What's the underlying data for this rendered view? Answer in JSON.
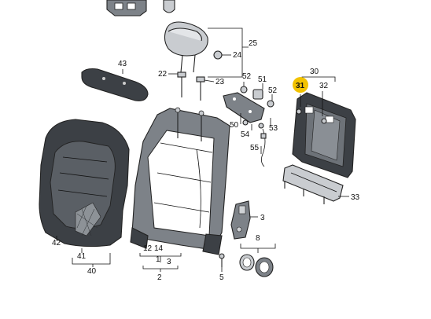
{
  "diagram": {
    "labels": {
      "l2": "2",
      "l3a": "3",
      "l3b": "3",
      "l5": "5",
      "l8": "8",
      "l12": "12",
      "l14": "14",
      "l1": "1",
      "l22": "22",
      "l23": "23",
      "l24": "24",
      "l25": "25",
      "l30": "30",
      "l31": "31",
      "l32": "32",
      "l33": "33",
      "l40": "40",
      "l41": "41",
      "l42": "42",
      "l43": "43",
      "l50": "50",
      "l51": "51",
      "l52a": "52",
      "l52b": "52",
      "l53": "53",
      "l54": "54",
      "l55": "55"
    },
    "highlight_color": "#f2c200"
  }
}
